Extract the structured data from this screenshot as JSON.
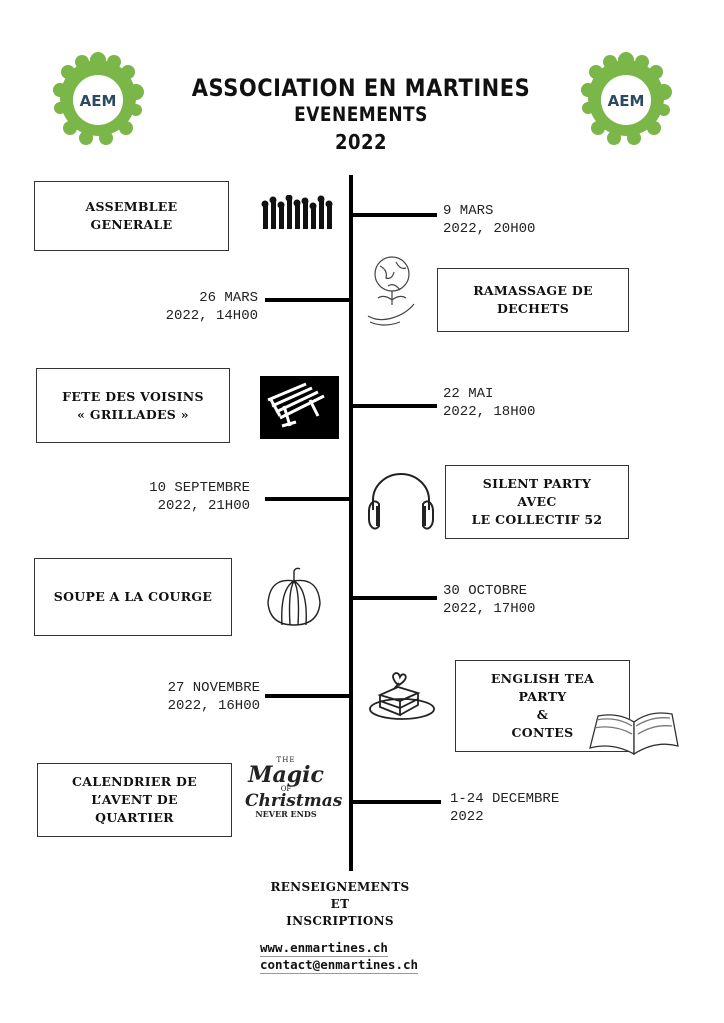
{
  "header": {
    "title_line1": "ASSOCIATION EN MARTINES",
    "title_line2": "EVENEMENTS",
    "title_line3": "2022",
    "logo_text": "AEM",
    "logo_color": "#7ab648",
    "logo_text_color": "#2d4a5e"
  },
  "events": [
    {
      "title_lines": [
        "ASSEMBLEE",
        "GENERALE"
      ],
      "date_line1": "9 MARS",
      "date_line2": "2022, 20H00",
      "icon": "raised-hands-icon"
    },
    {
      "title_lines": [
        "RAMASSAGE DE",
        "DECHETS"
      ],
      "date_line1": "26 MARS",
      "date_line2": "2022, 14H00",
      "icon": "globe-in-hands-icon"
    },
    {
      "title_lines": [
        "FETE DES VOISINS",
        "« GRILLADES »"
      ],
      "date_line1": "22 MAI",
      "date_line2": "2022, 18H00",
      "icon": "picnic-table-icon"
    },
    {
      "title_lines": [
        "SILENT PARTY",
        "AVEC",
        "LE COLLECTIF 52"
      ],
      "date_line1": "10 SEPTEMBRE",
      "date_line2": "2022, 21H00",
      "icon": "headphones-icon"
    },
    {
      "title_lines": [
        "SOUPE A LA COURGE"
      ],
      "date_line1": "30 OCTOBRE",
      "date_line2": "2022, 17H00",
      "icon": "pumpkin-icon"
    },
    {
      "title_lines": [
        "ENGLISH TEA",
        "PARTY",
        "&",
        "CONTES"
      ],
      "date_line1": "27 NOVEMBRE",
      "date_line2": "2022, 16H00",
      "icon": "cake-icon"
    },
    {
      "title_lines": [
        "CALENDRIER DE",
        "L’AVENT DE",
        "QUARTIER"
      ],
      "date_line1": "1-24 DECEMBRE",
      "date_line2": "2022",
      "icon": "christmas-lettering-icon"
    }
  ],
  "christmas_art": {
    "line1": "THE",
    "line2": "Magic",
    "line3": "OF",
    "line4": "Christmas",
    "line5": "NEVER ENDS"
  },
  "footer": {
    "heading_line1": "RENSEIGNEMENTS",
    "heading_line2": "ET",
    "heading_line3": "INSCRIPTIONS",
    "website": "www.enmartines.ch",
    "email": "contact@enmartines.ch"
  }
}
